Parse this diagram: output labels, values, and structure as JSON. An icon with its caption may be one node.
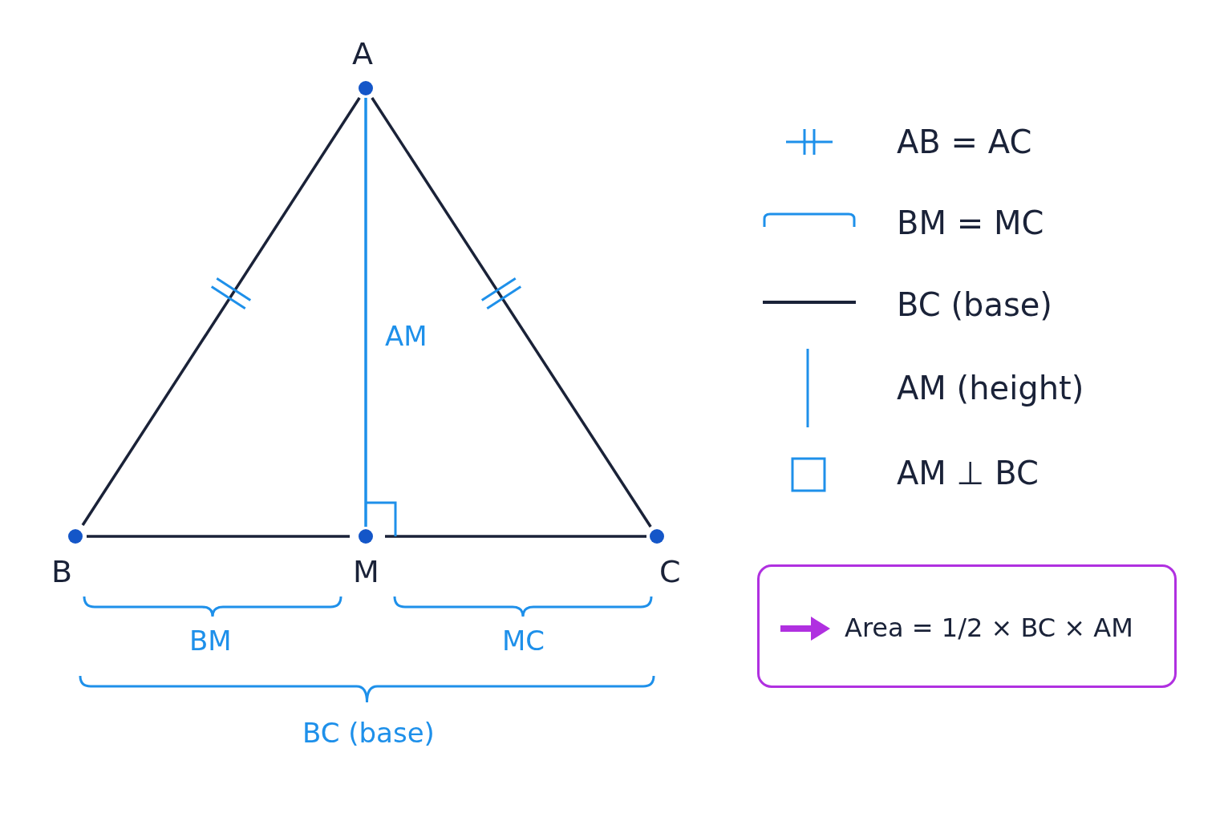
{
  "diagram": {
    "nodes": [
      {
        "text": [
          "A"
        ]
      },
      {
        "text": [
          "B"
        ]
      },
      {
        "text": [
          "M"
        ]
      },
      {
        "text": [
          "C"
        ]
      },
      {
        "text": [
          "Area = 1/2 × BC × AM"
        ]
      }
    ],
    "edges": [
      {
        "from": 0,
        "to": 1,
        "arrow": "none"
      },
      {
        "from": 0,
        "to": 3,
        "arrow": "none"
      },
      {
        "from": 1,
        "to": 2,
        "arrow": "none"
      },
      {
        "from": 2,
        "to": 3,
        "arrow": "none"
      },
      {
        "from": 0,
        "to": 2,
        "arrow": "none",
        "label": "AM",
        "color": "#1e90ea"
      }
    ],
    "labels": [
      "BM",
      "MC",
      "BC (base)"
    ],
    "legend": [
      {
        "text": "AB = AC"
      },
      {
        "text": "BM = MC"
      },
      {
        "text": "BC (base)"
      },
      {
        "text": "AM (height)"
      },
      {
        "text": "AM ⊥ BC"
      }
    ]
  }
}
